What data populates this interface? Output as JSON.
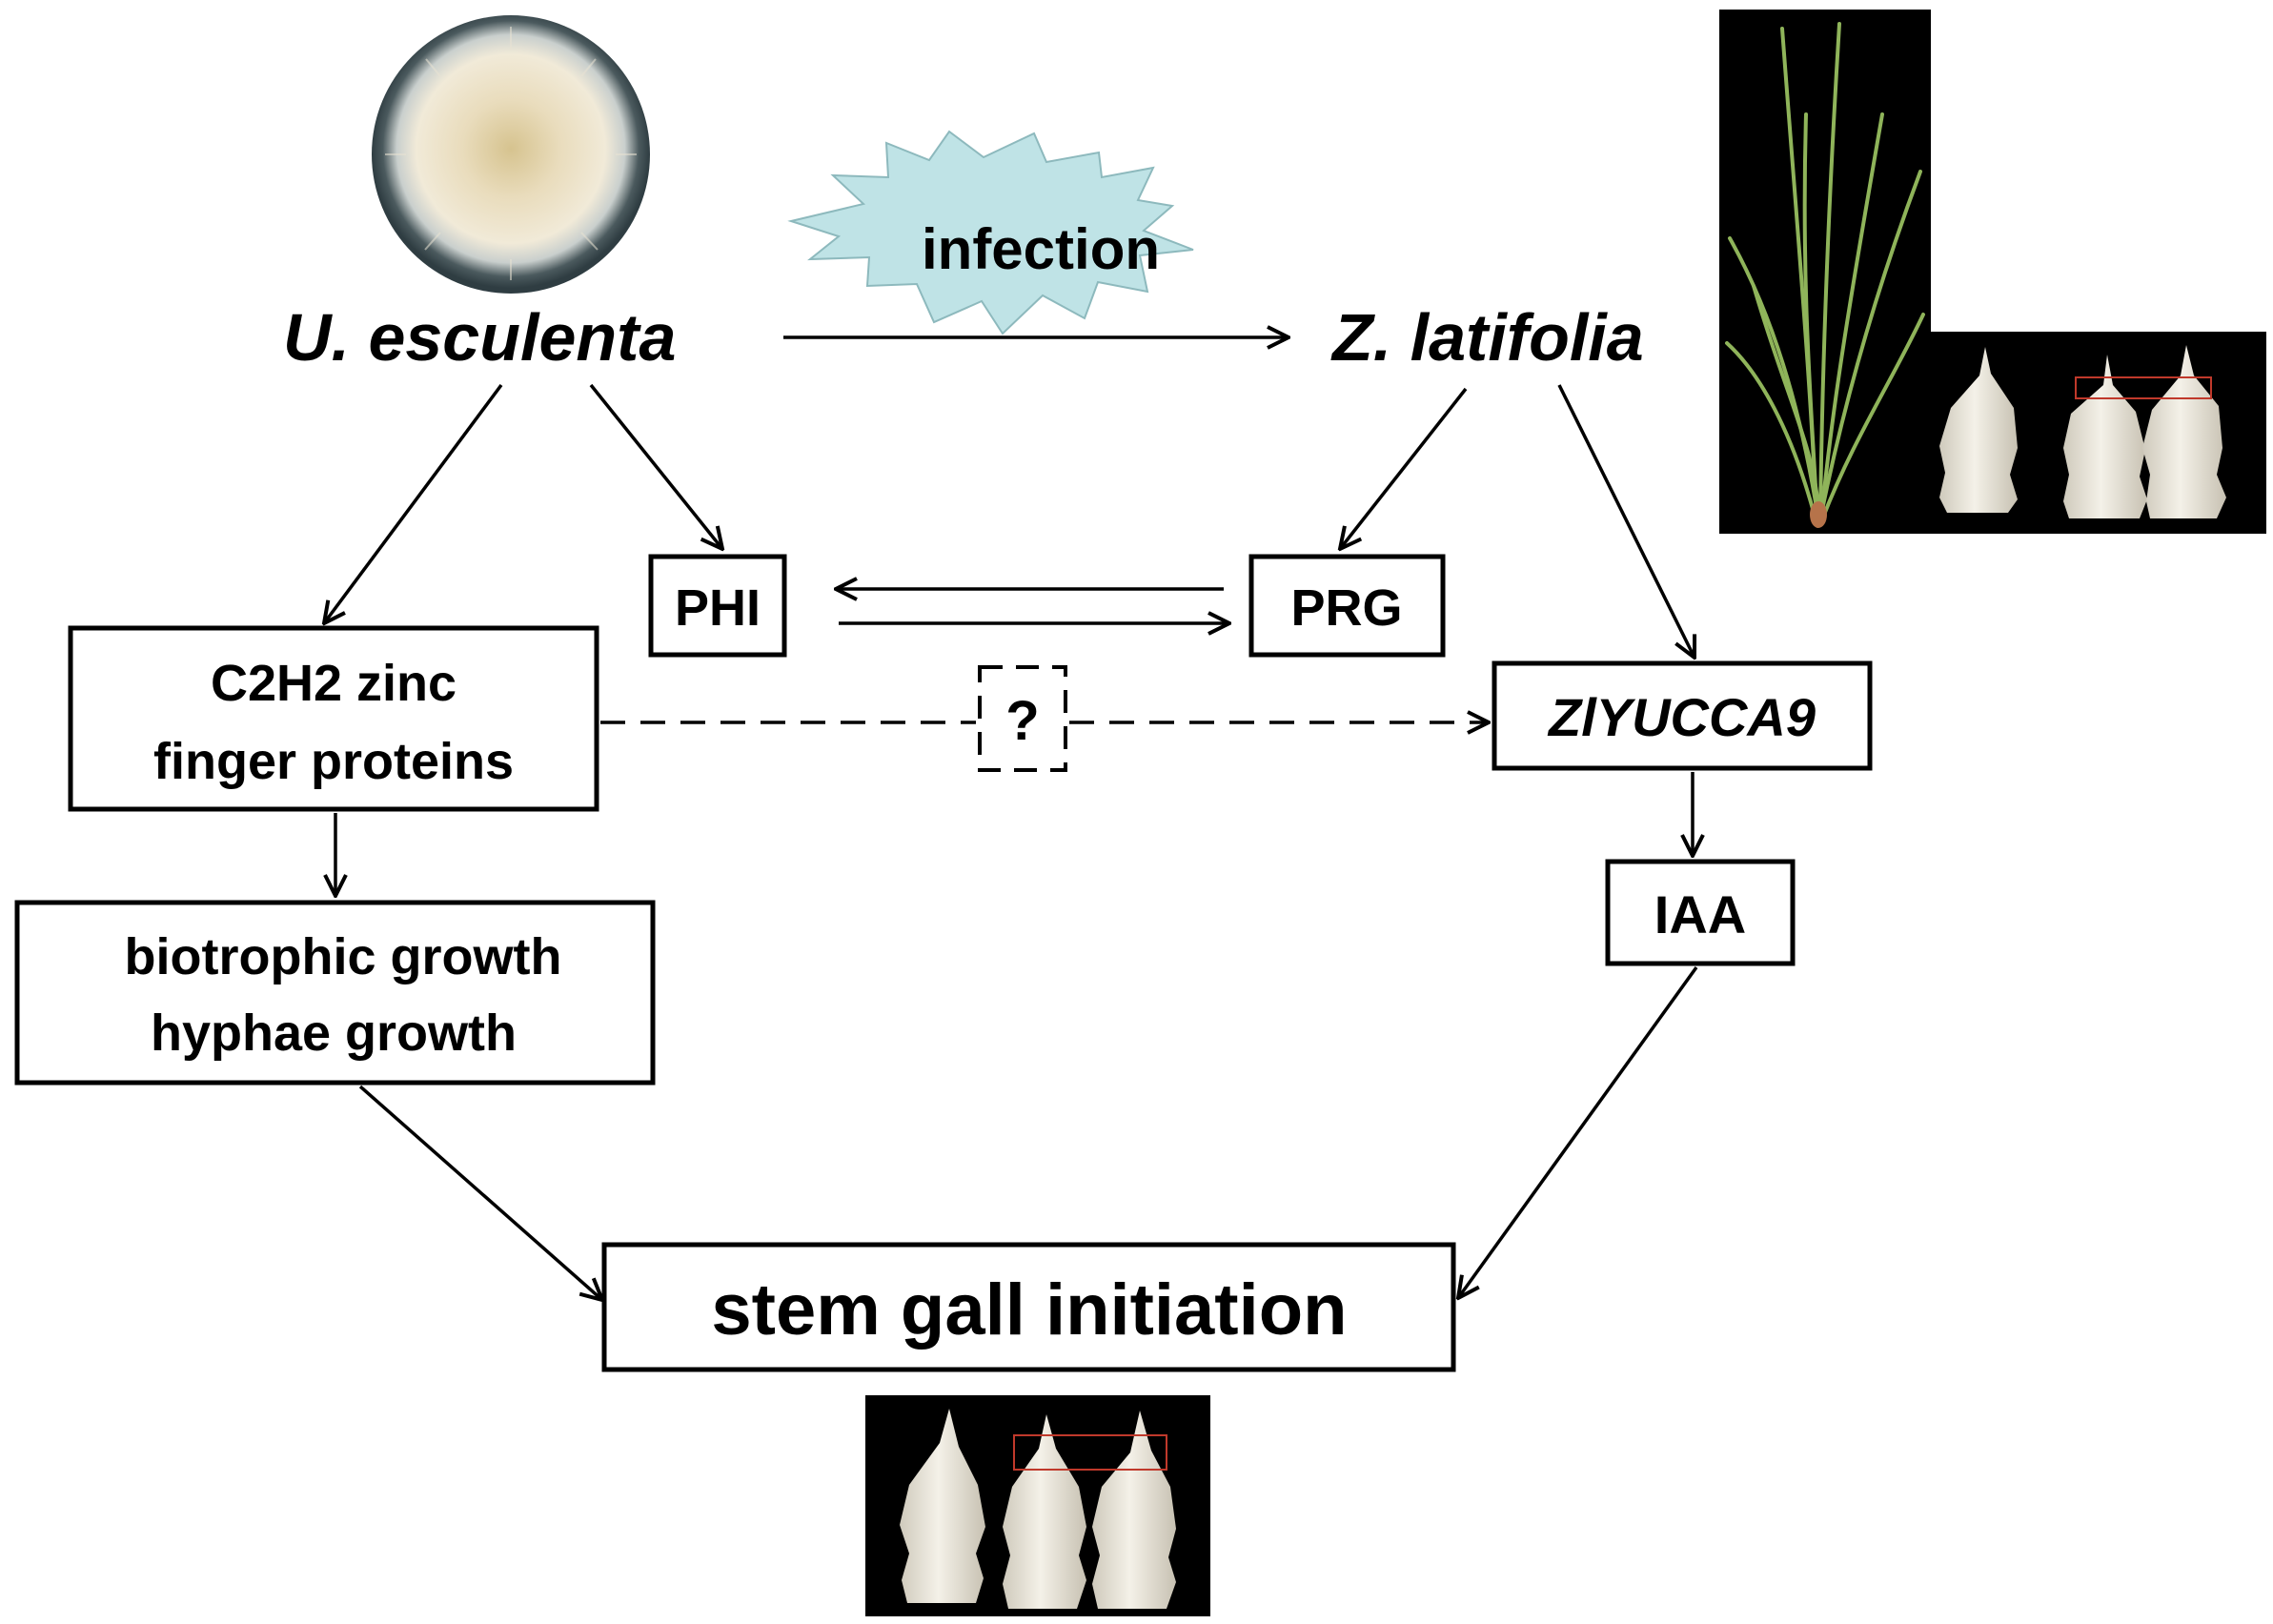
{
  "nodes": {
    "infection": "infection",
    "u_esculenta": "U. esculenta",
    "z_latifolia": "Z. latifolia",
    "phi": "PHI",
    "prg": "PRG",
    "c2h2_line1": "C2H2 zinc",
    "c2h2_line2": "finger proteins",
    "unknown": "?",
    "ziyucca9": "ZlYUCCA9",
    "iaa": "IAA",
    "growth_line1": "biotrophic growth",
    "growth_line2": "hyphae growth",
    "stem_gall": "stem gall initiation"
  },
  "photos": {
    "fungus_culture": {
      "colors": {
        "rim": "#35454a",
        "mycelium": "#eadfc6",
        "center": "#d9c89a"
      }
    },
    "plant": {
      "colors": {
        "background": "#000000",
        "leaves": "#8fb45a"
      }
    },
    "stem_galls_top": {
      "colors": {
        "background": "#000000",
        "gall": "#eae6da",
        "marker": "#c0392b"
      }
    },
    "stem_galls_bottom": {
      "colors": {
        "background": "#000000",
        "gall": "#eae6da",
        "marker": "#c0392b"
      }
    }
  },
  "colors": {
    "starburst": "#bfe3e6",
    "line": "#000000",
    "box_border": "#000000"
  }
}
